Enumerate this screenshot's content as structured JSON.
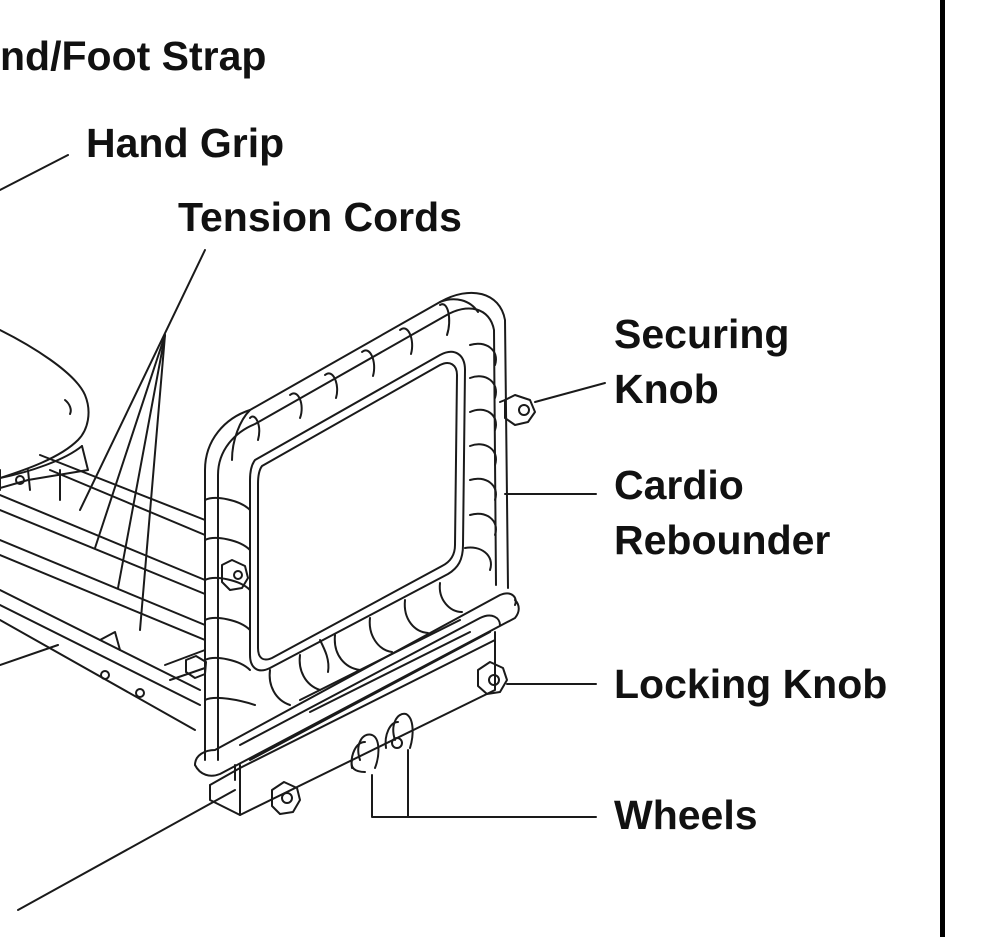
{
  "labels": {
    "hand_foot_strap": "nd/Foot Strap",
    "hand_grip": "Hand Grip",
    "tension_cords": "Tension Cords",
    "securing_knob_line1": "Securing",
    "securing_knob_line2": "Knob",
    "cardio_rebounder_line1": "Cardio",
    "cardio_rebounder_line2": "Rebounder",
    "locking_knob": "Locking Knob",
    "wheels": "Wheels"
  },
  "colors": {
    "line": "#1a1a1a",
    "text": "#111111",
    "background": "#ffffff"
  }
}
